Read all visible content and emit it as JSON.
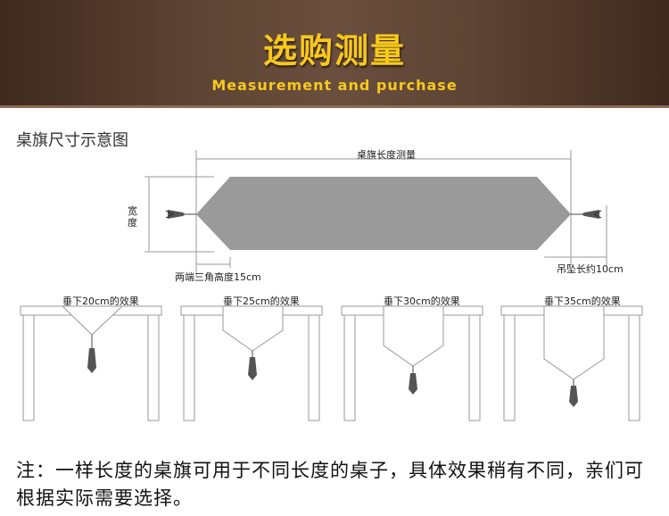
{
  "banner": {
    "title": "选购测量",
    "subtitle": "Measurement and purchase"
  },
  "diagram": {
    "section_title": "桌旗尺寸示意图",
    "length_label": "桌旗长度测量",
    "width_label": "宽度",
    "triangle_label": "两端三角高度15cm",
    "tassel_label": "吊坠长约10cm"
  },
  "effects": [
    {
      "label": "垂下20cm的效果",
      "drop_cm": 20
    },
    {
      "label": "垂下25cm的效果",
      "drop_cm": 25
    },
    {
      "label": "垂下30cm的效果",
      "drop_cm": 30
    },
    {
      "label": "垂下35cm的效果",
      "drop_cm": 35
    }
  ],
  "note": "注：一样长度的桌旗可用于不同长度的桌子，具体效果稍有不同，亲们可根据实际需要选择。",
  "colors": {
    "banner_bg": "#5e4434",
    "banner_text": "#f7c91c",
    "runner_fill": "#9a9a9a",
    "table_line": "#999999"
  }
}
